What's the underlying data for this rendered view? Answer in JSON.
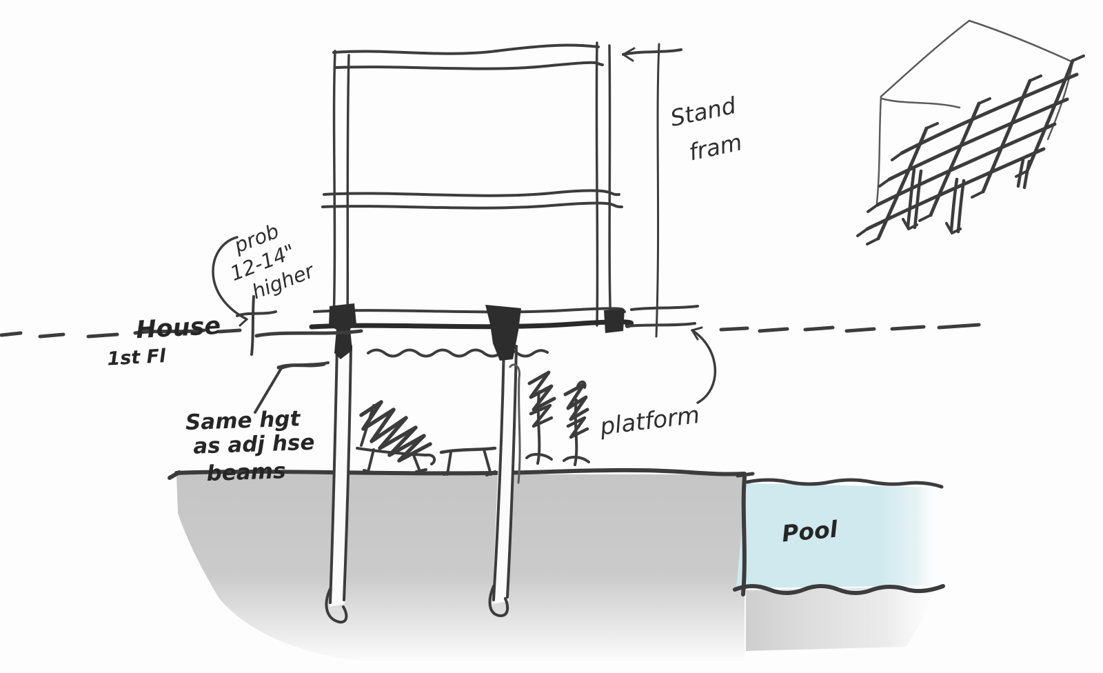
{
  "title": "Hand-drawn architectural section sketch: raised stand frame platform beside house floor level and pool",
  "colors": {
    "ink": "#3c3c3c",
    "ink_heavy": "#2a2a2a",
    "pool_fill": "#cfe9ee",
    "ground_fill": "#c8c8c8",
    "paper": "#fdfdfd"
  },
  "labels": {
    "stand_frame": {
      "line1": "Stand",
      "line2": "fram"
    },
    "height_note": {
      "line1": "prob",
      "line2": "12-14\"",
      "line3": "higher"
    },
    "house_level": {
      "line1": "House",
      "line2": "1st  Fl"
    },
    "beam_note": {
      "line1": "Same hgt",
      "line2": "as adj hse",
      "line3": "beams"
    },
    "platform": "platform",
    "pool": "Pool"
  }
}
